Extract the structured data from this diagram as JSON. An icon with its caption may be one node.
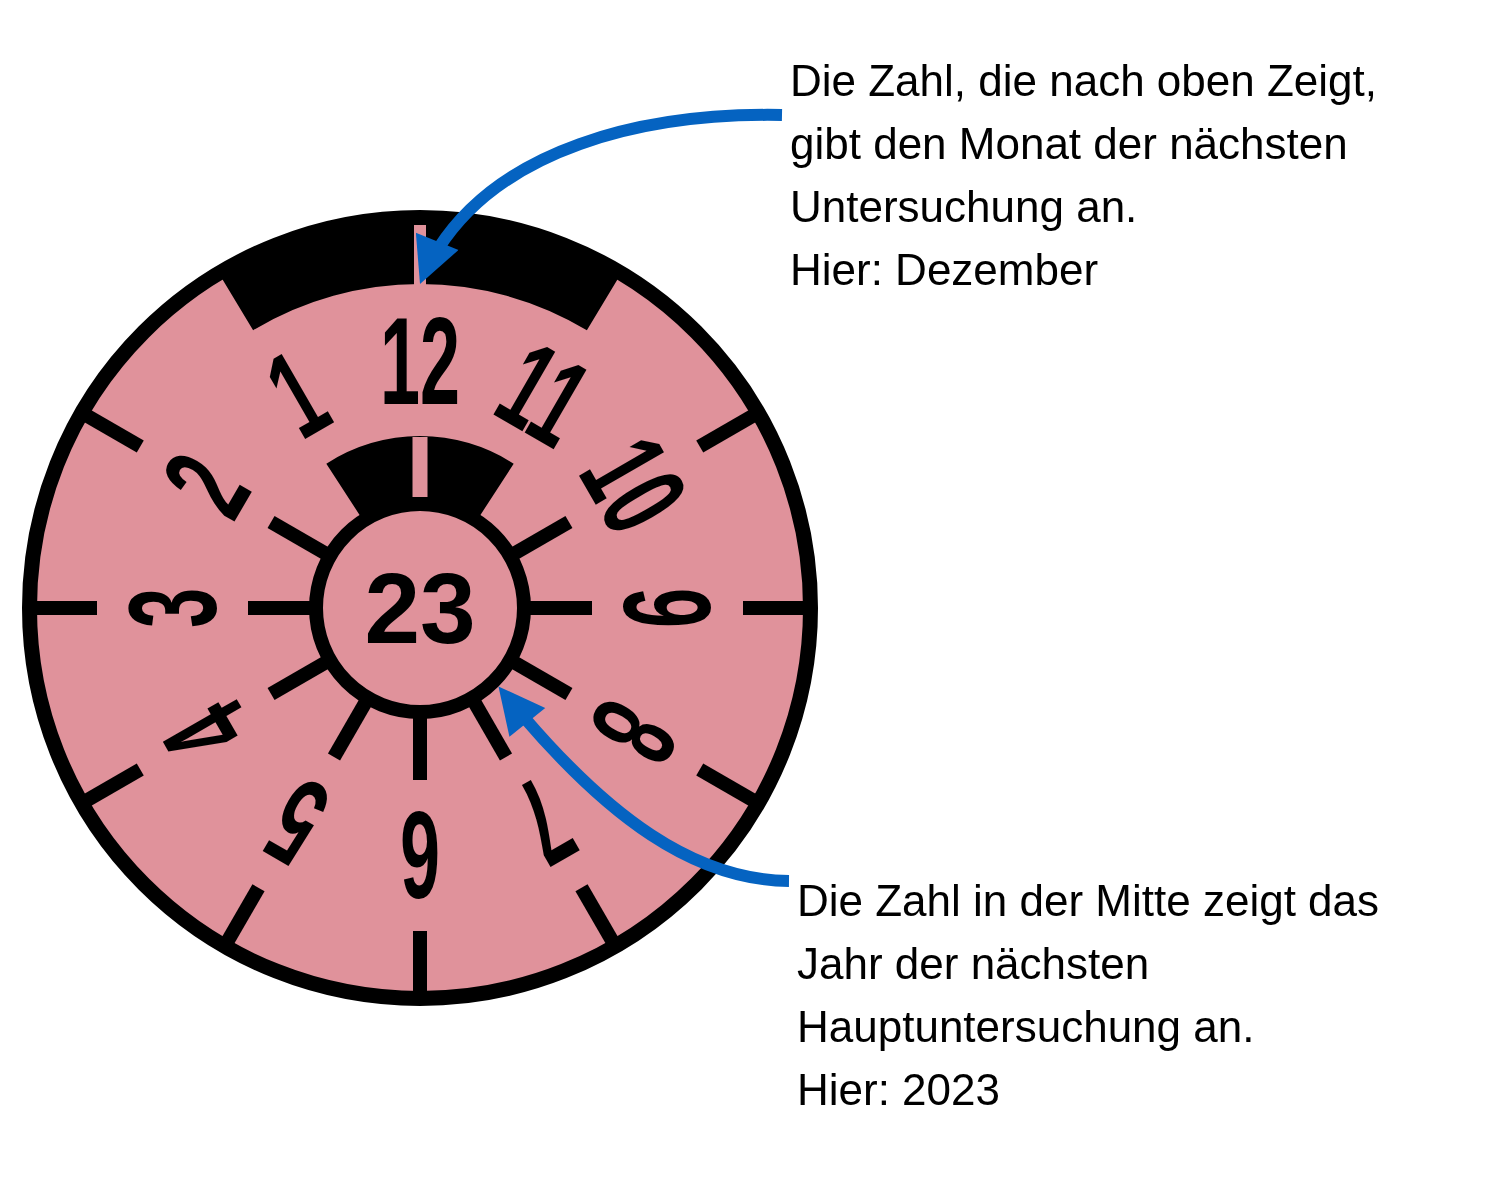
{
  "diagram": {
    "nodes": [
      {
        "text": [
          "Die Zahl, die nach oben Zeigt, gibt den Monat der nächsten Untersuchung an.",
          "Hier: Dezember"
        ]
      },
      {
        "text": [
          "12",
          "11",
          "10",
          "9",
          "8",
          "7",
          "6",
          "5",
          "4",
          "3",
          "2",
          "1"
        ]
      },
      {
        "text": [],
        "shape": "bar",
        "in": 1
      },
      {
        "text": [
          "23"
        ],
        "in": 1
      },
      {
        "text": [
          "Die Zahl in der Mitte zeigt das Jahr der nächsten Hauptuntersuchung an.",
          "Hier: 2023"
        ]
      }
    ],
    "edges": [
      {
        "from": 0,
        "to": 2,
        "arrow": "to"
      },
      {
        "from": 4,
        "to": 3,
        "arrow": "to"
      }
    ]
  }
}
